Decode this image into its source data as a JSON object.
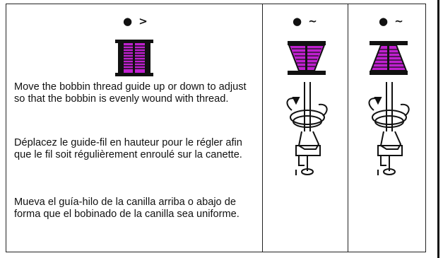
{
  "panels": {
    "main": {
      "mark": "● >",
      "paragraphs": [
        "Move the bobbin thread guide up or down to adjust so that the bobbin is evenly wound with thread.",
        "Déplacez le guide-fil en hauteur pour le régler afin que le fil soit régulièrement enroulé sur la canette.",
        "Mueva el guía-hilo de la canilla arriba o abajo de forma que el bobinado de la canilla sea uniforme."
      ]
    },
    "middle": {
      "mark": "● ~"
    },
    "right": {
      "mark": "● ~"
    }
  },
  "colors": {
    "thread": "#c020d0",
    "ink": "#111111",
    "border": "#222222"
  },
  "icons": [
    "bobbin-even-icon",
    "bobbin-uneven-top-icon",
    "bobbin-uneven-bottom-icon",
    "bobbin-winder-spindle-icon"
  ]
}
